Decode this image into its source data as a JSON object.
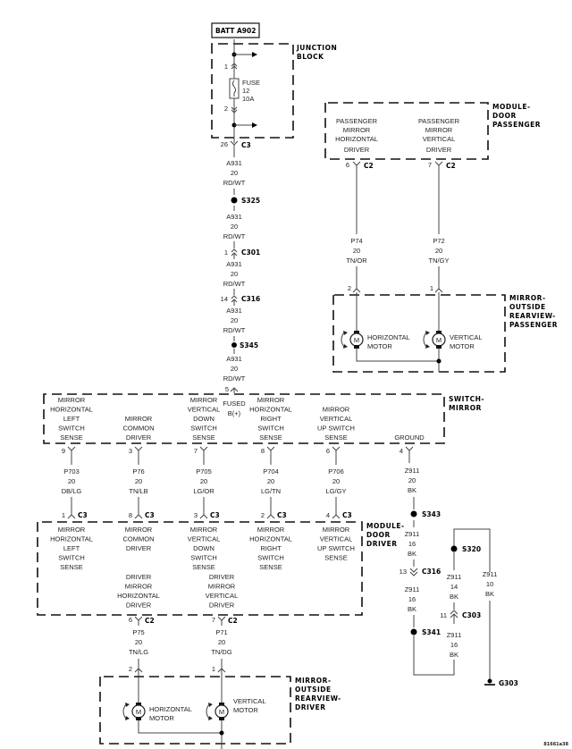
{
  "battery": {
    "label": "BATT A902"
  },
  "junction_block": {
    "title": [
      "JUNCTION",
      "BLOCK"
    ],
    "fuse": [
      "FUSE",
      "12",
      "10A"
    ],
    "pin_top": "1",
    "pin_bottom": "2",
    "out_pin": "26",
    "out_connector": "C3"
  },
  "feed_wire": {
    "segments": [
      {
        "circuit": "A931",
        "gauge": "20",
        "color": "RD/WT"
      },
      {
        "circuit": "A931",
        "gauge": "20",
        "color": "RD/WT"
      },
      {
        "circuit": "A931",
        "gauge": "20",
        "color": "RD/WT"
      },
      {
        "circuit": "A931",
        "gauge": "20",
        "color": "RD/WT"
      },
      {
        "circuit": "A931",
        "gauge": "20",
        "color": "RD/WT"
      }
    ],
    "splice_1": "S325",
    "conn_1_pin": "1",
    "conn_1": "C301",
    "conn_2_pin": "14",
    "conn_2": "C316",
    "splice_2": "S345",
    "switch_pin": "5"
  },
  "module_door_passenger": {
    "title": [
      "MODULE-",
      "DOOR",
      "PASSENGER"
    ],
    "pins": [
      {
        "label": [
          "PASSENGER",
          "MIRROR",
          "HORIZONTAL",
          "DRIVER"
        ],
        "pin": "6",
        "connector": "C2",
        "circuit": "P74",
        "gauge": "20",
        "color": "TN/OR",
        "mirror_pin": "2"
      },
      {
        "label": [
          "PASSENGER",
          "MIRROR",
          "VERTICAL",
          "DRIVER"
        ],
        "pin": "7",
        "connector": "C2",
        "circuit": "P72",
        "gauge": "20",
        "color": "TN/GY",
        "mirror_pin": "1"
      }
    ]
  },
  "mirror_passenger": {
    "title": [
      "MIRROR-",
      "OUTSIDE",
      "REARVIEW-",
      "PASSENGER"
    ],
    "motor_symbol": "M",
    "motors": [
      {
        "label": [
          "HORIZONTAL",
          "MOTOR"
        ]
      },
      {
        "label": [
          "VERTICAL",
          "MOTOR"
        ]
      }
    ]
  },
  "switch_mirror": {
    "title": [
      "SWITCH-",
      "MIRROR"
    ],
    "fused_label": [
      "FUSED",
      "B(+)"
    ],
    "pins": [
      {
        "label": [
          "MIRROR",
          "HORIZONTAL",
          "LEFT",
          "SWITCH",
          "SENSE"
        ],
        "pin": "9",
        "circuit": "P703",
        "gauge": "20",
        "color": "DB/LG",
        "module_pin": "1",
        "connector": "C3"
      },
      {
        "label": [
          "MIRROR",
          "COMMON",
          "DRIVER"
        ],
        "pin": "3",
        "circuit": "P76",
        "gauge": "20",
        "color": "TN/LB",
        "module_pin": "8",
        "connector": "C3"
      },
      {
        "label": [
          "MIRROR",
          "VERTICAL",
          "DOWN",
          "SWITCH",
          "SENSE"
        ],
        "pin": "7",
        "circuit": "P705",
        "gauge": "20",
        "color": "LG/OR",
        "module_pin": "3",
        "connector": "C3"
      },
      {
        "label": [
          "MIRROR",
          "HORIZONTAL",
          "RIGHT",
          "SWITCH",
          "SENSE"
        ],
        "pin": "8",
        "circuit": "P704",
        "gauge": "20",
        "color": "LG/TN",
        "module_pin": "2",
        "connector": "C3"
      },
      {
        "label": [
          "MIRROR",
          "VERTICAL",
          "UP SWITCH",
          "SENSE"
        ],
        "pin": "6",
        "circuit": "P706",
        "gauge": "20",
        "color": "LG/GY",
        "module_pin": "4",
        "connector": "C3"
      }
    ],
    "ground": {
      "label": "GROUND",
      "pin": "4"
    }
  },
  "module_door_driver": {
    "title": [
      "MODULE-",
      "DOOR",
      "DRIVER"
    ],
    "inputs": [
      [
        "MIRROR",
        "HORIZONTAL",
        "LEFT",
        "SWITCH",
        "SENSE"
      ],
      [
        "MIRROR",
        "COMMON",
        "DRIVER"
      ],
      [
        "MIRROR",
        "VERTICAL",
        "DOWN",
        "SWITCH",
        "SENSE"
      ],
      [
        "MIRROR",
        "HORIZONTAL",
        "RIGHT",
        "SWITCH",
        "SENSE"
      ],
      [
        "MIRROR",
        "VERTICAL",
        "UP SWITCH",
        "SENSE"
      ]
    ],
    "outputs": [
      {
        "label": [
          "DRIVER",
          "MIRROR",
          "HORIZONTAL",
          "DRIVER"
        ],
        "pin": "6",
        "connector": "C2",
        "circuit": "P75",
        "gauge": "20",
        "color": "TN/LG",
        "mirror_pin": "2"
      },
      {
        "label": [
          "DRIVER",
          "MIRROR",
          "VERTICAL",
          "DRIVER"
        ],
        "pin": "7",
        "connector": "C2",
        "circuit": "P71",
        "gauge": "20",
        "color": "TN/DG",
        "mirror_pin": "1"
      }
    ]
  },
  "mirror_driver": {
    "title": [
      "MIRROR-",
      "OUTSIDE",
      "REARVIEW-",
      "DRIVER"
    ],
    "motor_symbol": "M",
    "motors": [
      {
        "label": [
          "HORIZONTAL",
          "MOTOR"
        ]
      },
      {
        "label": [
          "VERTICAL",
          "MOTOR"
        ]
      }
    ]
  },
  "ground_circuit": {
    "w1": {
      "circuit": "Z911",
      "gauge": "20",
      "color": "BK"
    },
    "splice_s343": "S343",
    "w2": {
      "circuit": "Z911",
      "gauge": "16",
      "color": "BK"
    },
    "c316_pin": "13",
    "c316": "C316",
    "w3": {
      "circuit": "Z911",
      "gauge": "16",
      "color": "BK"
    },
    "splice_s341": "S341",
    "splice_s320": "S320",
    "w4": {
      "circuit": "Z911",
      "gauge": "14",
      "color": "BK"
    },
    "c303_pin": "11",
    "c303": "C303",
    "w5": {
      "circuit": "Z911",
      "gauge": "16",
      "color": "BK"
    },
    "w6": {
      "circuit": "Z911",
      "gauge": "10",
      "color": "BK"
    },
    "ground": "G303"
  },
  "footer_id": "81661a38"
}
